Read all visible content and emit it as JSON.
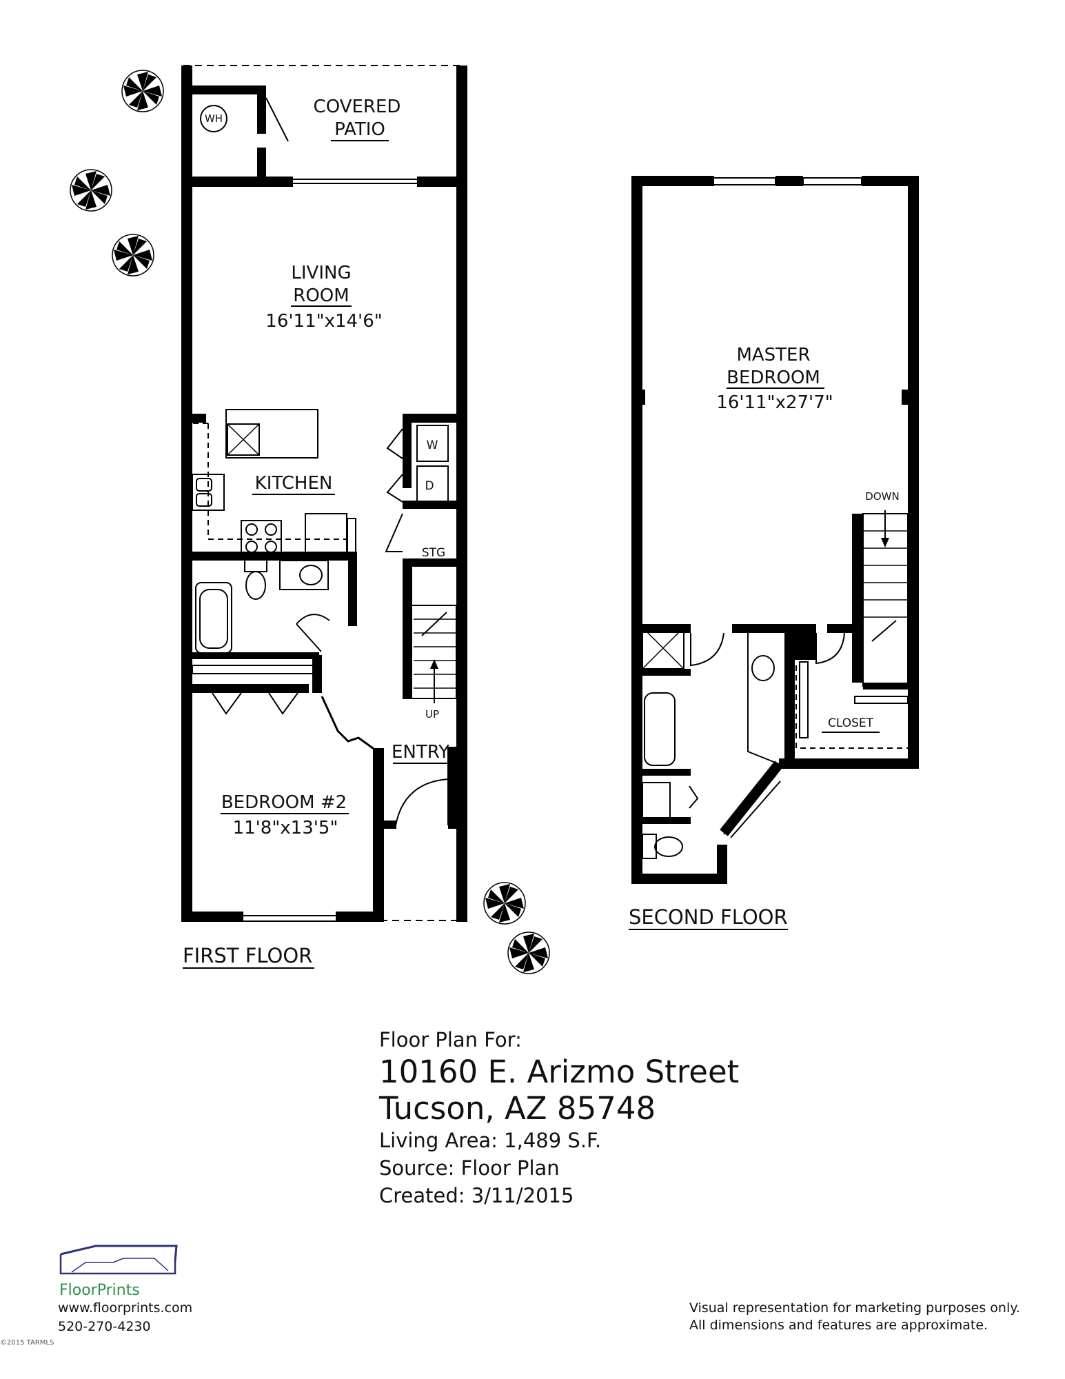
{
  "rooms": {
    "covered_patio": [
      "COVERED",
      "PATIO"
    ],
    "wh": "WH",
    "living_room": [
      "LIVING",
      "ROOM"
    ],
    "living_dim": "16'11\"x14'6\"",
    "kitchen": "KITCHEN",
    "washer": "W",
    "dryer": "D",
    "storage": "STG",
    "up": "UP",
    "entry": "ENTRY",
    "bedroom2": "BEDROOM #2",
    "bedroom2_dim": "11'8\"x13'5\"",
    "master": [
      "MASTER",
      "BEDROOM"
    ],
    "master_dim": "16'11\"x27'7\"",
    "down": "DOWN",
    "closet": "CLOSET"
  },
  "floors": {
    "first": "FIRST FLOOR",
    "second": "SECOND FLOOR"
  },
  "info": {
    "intro": "Floor Plan For:",
    "address1": "10160 E. Arizmo Street",
    "address2": "Tucson, AZ 85748",
    "living_area": "Living Area: 1,489 S.F.",
    "source": "Source: Floor Plan",
    "created": "Created: 3/11/2015"
  },
  "logo": {
    "brand": "FloorPrints",
    "website": "www.floorprints.com",
    "phone": "520-270-4230",
    "copyright": "©2015 TARMLS"
  },
  "disclaimer": {
    "line1": "Visual representation for marketing purposes only.",
    "line2": "All dimensions and features are approximate."
  },
  "colors": {
    "wall": "#000000",
    "logo_roof": "#2c2f7a",
    "logo_text": "#2f8f4f"
  }
}
